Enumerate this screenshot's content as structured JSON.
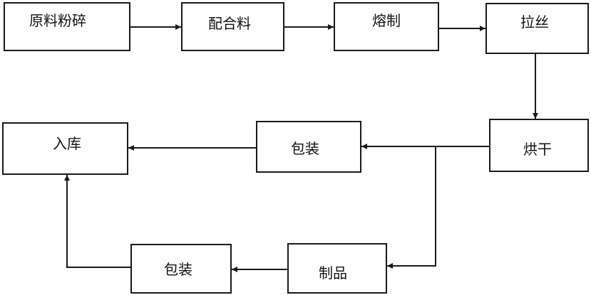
{
  "diagram": {
    "colors": {
      "stroke": "#1a1a1a",
      "text": "#111111",
      "background": "#ffffff"
    },
    "nodes": {
      "crush": "原料粉碎",
      "batching": "配合料",
      "melting": "熔制",
      "drawing": "拉丝",
      "drying": "烘干",
      "packing_upper": "包装",
      "warehouse": "入库",
      "products": "制品",
      "packing_lower": "包装"
    }
  }
}
